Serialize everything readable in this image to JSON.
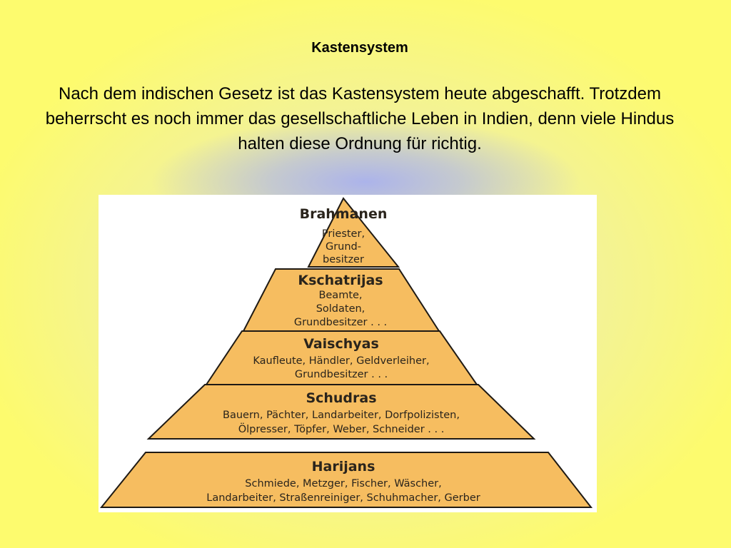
{
  "slide": {
    "title": "Kastensystem",
    "intro": "Nach dem indischen Gesetz ist das Kastensystem heute abgeschafft. Trotzdem beherrscht es noch immer das gesellschaftliche Leben in Indien, denn viele Hindus halten diese Ordnung für richtig."
  },
  "pyramid": {
    "tiers": [
      {
        "name": "Brahmanen",
        "desc": [
          "Priester,",
          "Grund-",
          "besitzer"
        ]
      },
      {
        "name": "Kschatrijas",
        "desc": [
          "Beamte,",
          "Soldaten,",
          "Grundbesitzer . . ."
        ]
      },
      {
        "name": "Vaischyas",
        "desc": [
          "Kaufleute, Händler, Geldverleiher,",
          "Grundbesitzer . . ."
        ]
      },
      {
        "name": "Schudras",
        "desc": [
          "Bauern, Pächter, Landarbeiter, Dorfpolizisten,",
          "Ölpresser, Töpfer, Weber, Schneider . . ."
        ]
      },
      {
        "name": "Harijans",
        "desc": [
          "Schmiede, Metzger, Fischer, Wäscher,",
          "Landarbeiter, Straßenreiniger, Schuhmacher, Gerber"
        ]
      }
    ]
  },
  "colors": {
    "tier_fill": "#f6bd60",
    "background": "#fdfb6e"
  }
}
